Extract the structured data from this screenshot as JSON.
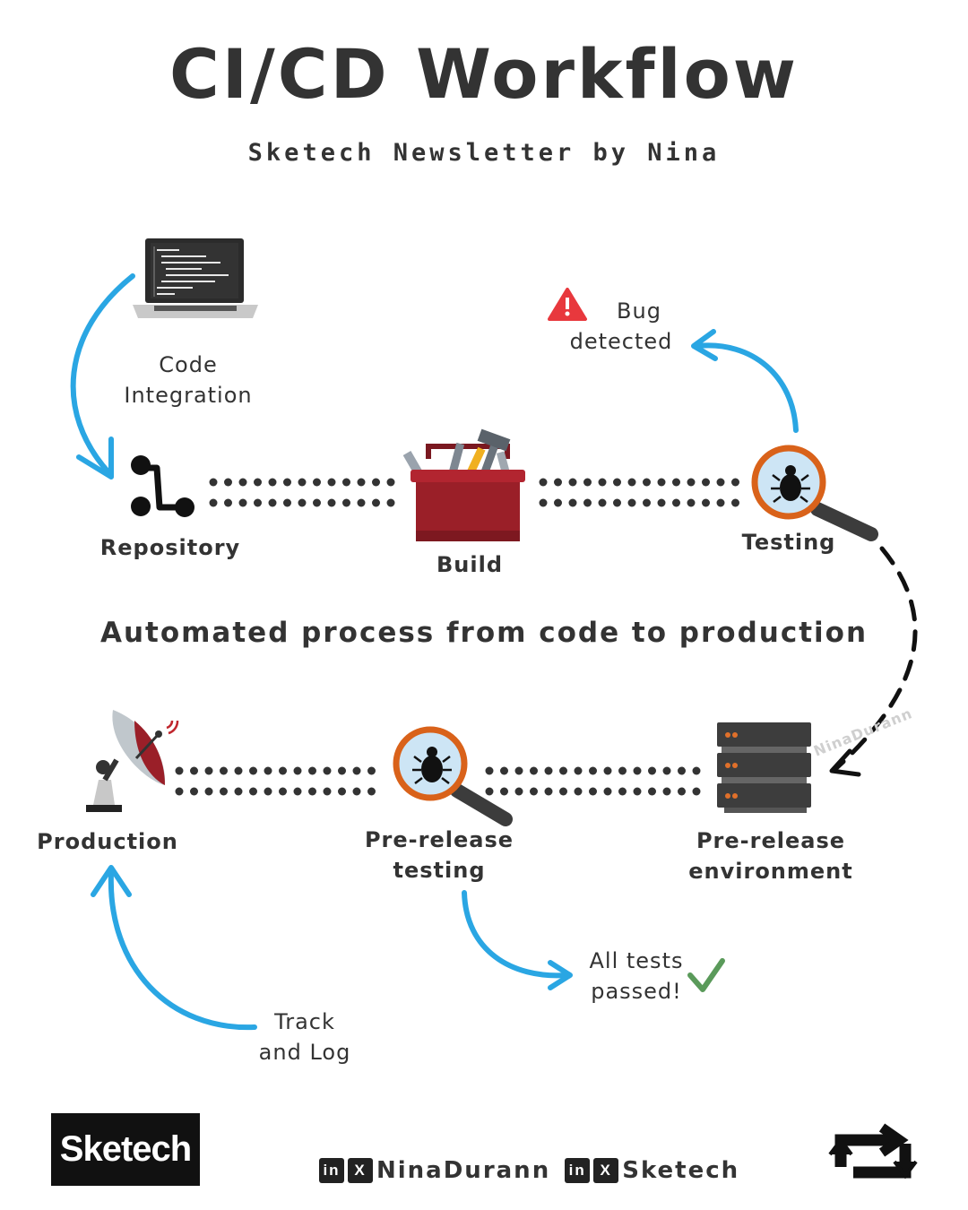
{
  "title": "CI/CD Workflow",
  "subtitle": "Sketech Newsletter by Nina",
  "tagline": "Automated process from code to production",
  "nodes": {
    "code_integration": {
      "label_line1": "Code",
      "label_line2": "Integration",
      "icon": "laptop-code-icon"
    },
    "repository": {
      "label": "Repository",
      "icon": "git-branch-icon"
    },
    "build": {
      "label": "Build",
      "icon": "toolbox-icon"
    },
    "testing": {
      "label": "Testing",
      "icon": "bug-magnifier-icon"
    },
    "bug_detected": {
      "label_line1": "Bug",
      "label_line2": "detected",
      "icon": "warning-icon"
    },
    "pre_release_env": {
      "label_line1": "Pre-release",
      "label_line2": "environment",
      "icon": "server-icon"
    },
    "pre_release_testing": {
      "label_line1": "Pre-release",
      "label_line2": "testing",
      "icon": "bug-magnifier-icon"
    },
    "tests_passed": {
      "label_line1": "All tests",
      "label_line2": "passed!",
      "icon": "checkmark-icon"
    },
    "production": {
      "label": "Production",
      "icon": "satellite-dish-icon"
    },
    "track_log": {
      "label_line1": "Track",
      "label_line2": "and Log"
    }
  },
  "watermark": "NinaDurann",
  "logo": {
    "text": "Sketech"
  },
  "footer": {
    "handle1": "NinaDurann",
    "handle2": "Sketech",
    "linkedin_icon": "in",
    "x_icon": "X"
  },
  "colors": {
    "arrow_blue": "#2aa6e3",
    "text": "#333333",
    "toolbox_red": "#9a1f28",
    "magnifier_orange": "#d9621a",
    "server_dark": "#3d3d3d",
    "check_green": "#5a9a5a",
    "warning_red": "#e8383d"
  }
}
